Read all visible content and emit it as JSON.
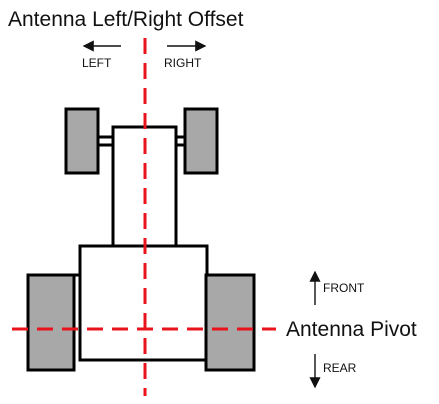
{
  "title": "Antenna Left/Right Offset",
  "labels": {
    "left": "LEFT",
    "right": "RIGHT",
    "front": "FRONT",
    "rear": "REAR",
    "pivot": "Antenna Pivot"
  },
  "colors": {
    "guide_line": "#e8131b",
    "wheel_fill": "#a8a8a8",
    "stroke": "#000000",
    "body_fill": "#ffffff"
  }
}
